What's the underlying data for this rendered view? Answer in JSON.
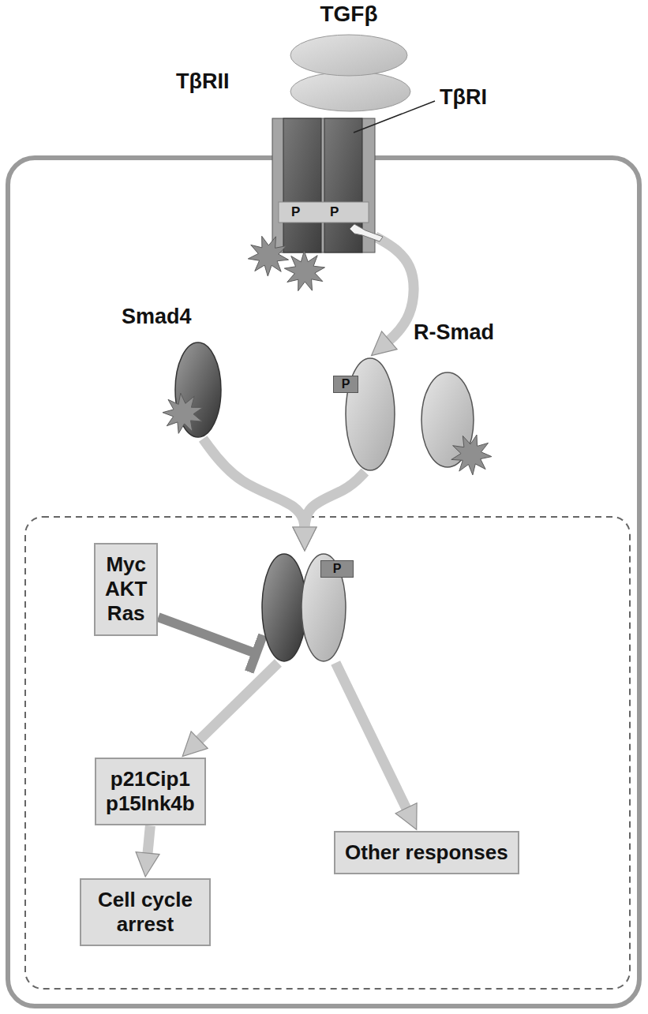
{
  "diagram": {
    "nodes": [
      {
        "text": [
          "TGFβ"
        ]
      },
      {
        "text": [
          "TβRII",
          "TβRI"
        ]
      },
      {
        "text": [
          "R-Smad"
        ]
      },
      {
        "text": [
          "Smad4"
        ]
      },
      {
        "text": [
          "P"
        ]
      },
      {
        "text": [
          "P"
        ]
      },
      {
        "text": [
          "Myc AKT Ras"
        ]
      },
      {
        "text": [
          "p21Cip1 p15Ink4b"
        ]
      },
      {
        "text": [
          "Cell cycle arrest"
        ]
      },
      {
        "text": [
          "Other responses"
        ]
      }
    ],
    "edges": [
      {
        "from": 1,
        "to": 4,
        "arrow": "to"
      },
      {
        "from": 3,
        "to": 5,
        "arrow": "to"
      },
      {
        "from": 4,
        "to": 5,
        "arrow": "to"
      },
      {
        "from": 6,
        "to": 5,
        "arrow": "to"
      },
      {
        "from": 5,
        "to": 7,
        "arrow": "to"
      },
      {
        "from": 5,
        "to": 9,
        "arrow": "to"
      },
      {
        "from": 7,
        "to": 8,
        "arrow": "to"
      }
    ],
    "labels": [
      "P",
      "P"
    ]
  }
}
